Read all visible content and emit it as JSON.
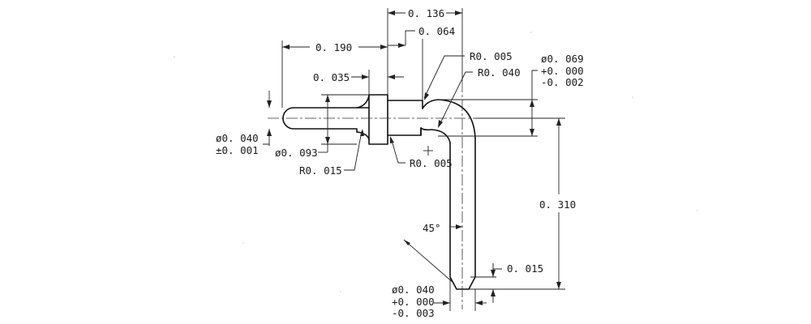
{
  "dims": {
    "len_136": "0. 136",
    "len_064": "0. 064",
    "len_190": "0. 190",
    "len_035": "0. 035",
    "r_005_top": "R0. 005",
    "r_040": "R0. 040",
    "dia_069": "ø0. 069",
    "tol_069_plus": "+0. 000",
    "tol_069_minus": "-0. 002",
    "dia_040_left": "ø0. 040",
    "tol_040_left": "±0. 001",
    "dia_093": "ø0. 093",
    "r_015": "R0. 015",
    "r_005_bottom": "R0. 005",
    "len_310": "0. 310",
    "angle_45": "45°",
    "len_015": "0. 015",
    "dia_040_bottom": "ø0. 040",
    "tol_040_bottom_plus": "+0. 000",
    "tol_040_bottom_minus": "-0. 003"
  }
}
